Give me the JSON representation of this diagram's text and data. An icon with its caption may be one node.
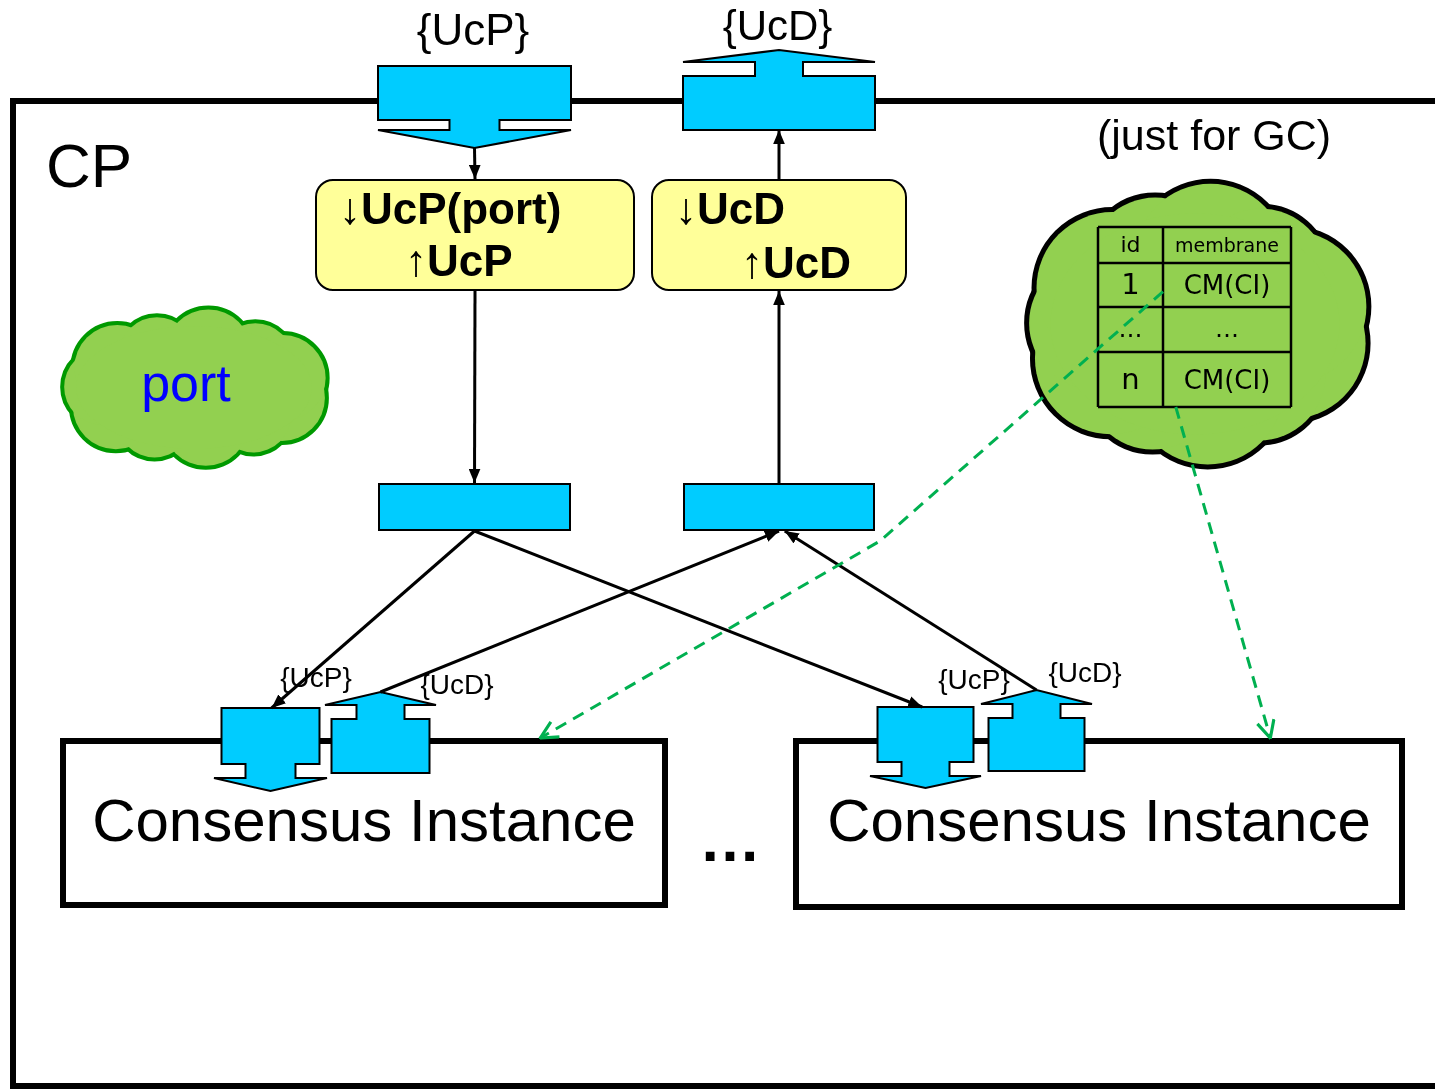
{
  "diagram": {
    "nodes": [
      {
        "text": [
          "CP"
        ]
      },
      {
        "text": [],
        "shape": "arrow",
        "beside": [
          "{UcP}"
        ]
      },
      {
        "text": [],
        "shape": "arrow",
        "beside": [
          "{UcD}"
        ]
      },
      {
        "text": [
          "↓UcP(port)",
          "↑UcP"
        ],
        "in": 0
      },
      {
        "text": [
          "↓UcD",
          "↑UcD"
        ],
        "in": 0
      },
      {
        "text": [
          "(just for GC)"
        ],
        "in": 0
      },
      {
        "text": [
          "CM(CI)"
        ],
        "in": 5
      },
      {
        "text": [
          "CM(CI)"
        ],
        "in": 5
      },
      {
        "text": [
          "port"
        ],
        "in": 0
      },
      {
        "text": [],
        "shape": "box",
        "in": 0
      },
      {
        "text": [],
        "shape": "box",
        "in": 0
      },
      {
        "text": [
          "Consensus Instance"
        ],
        "in": 0
      },
      {
        "text": [],
        "shape": "arrow",
        "beside": [
          "{UcP}"
        ],
        "in": 0
      },
      {
        "text": [],
        "shape": "arrow",
        "beside": [
          "{UcD}"
        ],
        "in": 0
      },
      {
        "text": [
          "Consensus Instance"
        ],
        "in": 0
      },
      {
        "text": [],
        "shape": "arrow",
        "beside": [
          "{UcP}"
        ],
        "in": 0
      },
      {
        "text": [],
        "shape": "arrow",
        "beside": [
          "{UcD}"
        ],
        "in": 0
      }
    ],
    "edges": [
      {
        "from": 1,
        "to": 3,
        "arrow": "to"
      },
      {
        "from": 4,
        "to": 2,
        "arrow": "to"
      },
      {
        "from": 3,
        "to": 9,
        "arrow": "to"
      },
      {
        "from": 10,
        "to": 4,
        "arrow": "to"
      },
      {
        "from": 9,
        "to": 12,
        "arrow": "to"
      },
      {
        "from": 9,
        "to": 15,
        "arrow": "to"
      },
      {
        "from": 13,
        "to": 10,
        "arrow": "to"
      },
      {
        "from": 16,
        "to": 10,
        "arrow": "to"
      },
      {
        "from": 6,
        "to": 11,
        "arrow": "to",
        "style": "dashed",
        "color": "#00b050"
      },
      {
        "from": 7,
        "to": 14,
        "arrow": "to",
        "style": "dashed",
        "color": "#00b050"
      }
    ],
    "labels": [
      "id",
      "membrane",
      "1",
      "…",
      "…",
      "n",
      "…"
    ]
  }
}
